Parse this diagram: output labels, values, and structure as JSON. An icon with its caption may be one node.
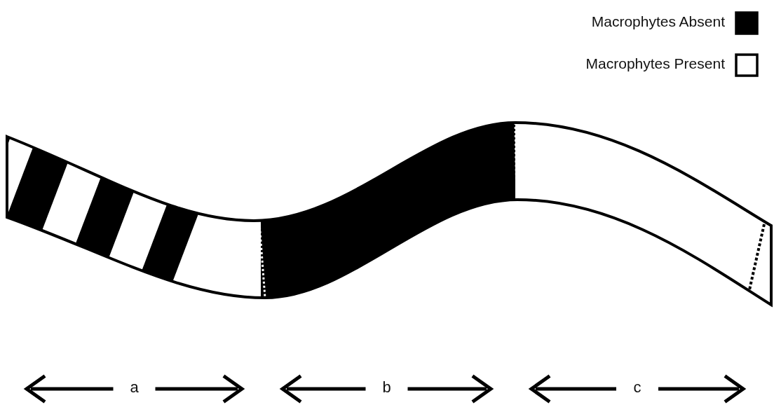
{
  "diagram": {
    "labels": [
      "a",
      "b",
      "c"
    ],
    "legend": [
      {
        "text": "Macrophytes Absent",
        "color": "#000000"
      },
      {
        "text": "Macrophytes Present",
        "color": "#ffffff"
      }
    ]
  }
}
